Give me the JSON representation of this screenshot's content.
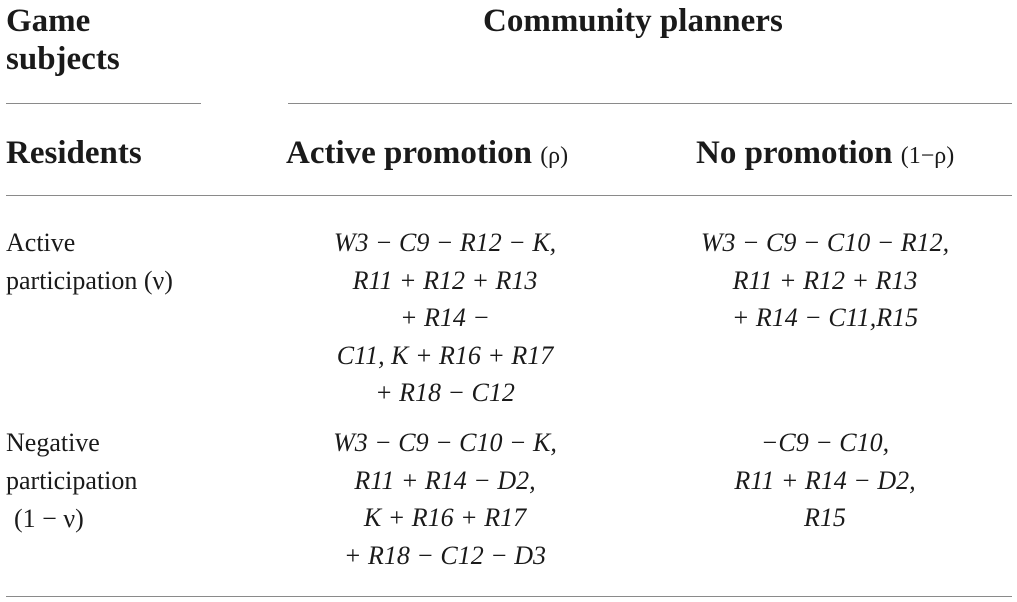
{
  "header": {
    "subjects_line1": "Game",
    "subjects_line2": "subjects",
    "planners": "Community planners",
    "residents": "Residents",
    "active_promotion": "Active promotion",
    "active_promotion_param": "(ρ)",
    "no_promotion": "No promotion",
    "no_promotion_param": "(1−ρ)"
  },
  "rows": [
    {
      "label_line1": "Active",
      "label_line2": "participation (ν)",
      "label_line3": "",
      "active": [
        "W3 − C9 − R12 − K,",
        "R11 + R12 + R13",
        "+ R14 −",
        "C11, K + R16 + R17",
        "+ R18 − C12"
      ],
      "none": [
        "W3 − C9 − C10 − R12,",
        "R11 + R12 + R13",
        "+ R14 − C11,R15"
      ]
    },
    {
      "label_line1": "Negative",
      "label_line2": "participation",
      "label_line3": "(1 − ν)",
      "active": [
        "W3 − C9 − C10 − K,",
        "R11 + R14 − D2,",
        "K + R16 + R17",
        "+ R18 − C12 − D3"
      ],
      "none": [
        "−C9 − C10,",
        "R11 + R14 − D2,",
        "R15"
      ]
    }
  ]
}
